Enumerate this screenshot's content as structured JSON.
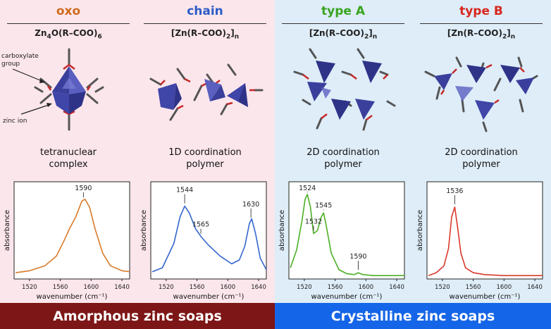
{
  "columns": [
    {
      "title": "oxo",
      "title_color": "#d06a1a",
      "formula_html": "Zn<sub>4</sub>O(R–COO)<sub>6</sub>",
      "description": "tetranuclear complex",
      "desc_line1": "tetranuclear",
      "desc_line2": "complex",
      "line_color": "#d97a2a"
    },
    {
      "title": "chain",
      "title_color": "#2d5bc7",
      "formula_html": "[Zn(R–COO)<sub>2</sub>]<sub>n</sub>",
      "description": "1D coordination polymer",
      "desc_line1": "1D coordination",
      "desc_line2": "polymer",
      "line_color": "#3366cc"
    },
    {
      "title": "type A",
      "title_color": "#3aa41f",
      "formula_html": "[Zn(R–COO)<sub>2</sub>]<sub>n</sub>",
      "description": "2D coordination polymer",
      "desc_line1": "2D coordination",
      "desc_line2": "polymer",
      "line_color": "#4caf25"
    },
    {
      "title": "type B",
      "title_color": "#d7261e",
      "formula_html": "[Zn(R–COO)<sub>2</sub>]<sub>n</sub>",
      "description": "2D coordination polymer",
      "desc_line1": "2D coordination",
      "desc_line2": "polymer",
      "line_color": "#d9392b"
    }
  ],
  "annotations": {
    "carboxylate": "carboxylate group",
    "carboxylate_l1": "carboxylate",
    "carboxylate_l2": "group",
    "zinc": "zinc ion"
  },
  "banners": {
    "left": "Amorphous zinc soaps",
    "right": "Crystalline zinc soaps"
  },
  "chart_data": [
    {
      "type": "line",
      "title": "",
      "xlabel": "wavenumber (cm⁻¹)",
      "ylabel": "absorbance",
      "xlim": [
        1500,
        1650
      ],
      "xticks": [
        1520,
        1560,
        1600,
        1640
      ],
      "series": [
        {
          "x": [
            1502,
            1520,
            1540,
            1555,
            1565,
            1572,
            1580,
            1588,
            1592,
            1598,
            1605,
            1615,
            1625,
            1640,
            1650
          ],
          "y": [
            0.05,
            0.07,
            0.12,
            0.22,
            0.38,
            0.5,
            0.62,
            0.78,
            0.8,
            0.72,
            0.5,
            0.25,
            0.12,
            0.07,
            0.06
          ]
        }
      ],
      "peak_labels": [
        "1590"
      ],
      "peak_x": [
        1590
      ]
    },
    {
      "type": "line",
      "title": "",
      "xlabel": "wavenumber (cm⁻¹)",
      "ylabel": "absorbance",
      "xlim": [
        1500,
        1650
      ],
      "xticks": [
        1520,
        1560,
        1600,
        1640
      ],
      "series": [
        {
          "x": [
            1502,
            1515,
            1530,
            1538,
            1544,
            1550,
            1558,
            1565,
            1575,
            1590,
            1605,
            1615,
            1622,
            1628,
            1631,
            1636,
            1642,
            1650
          ],
          "y": [
            0.06,
            0.1,
            0.35,
            0.62,
            0.73,
            0.66,
            0.5,
            0.42,
            0.33,
            0.22,
            0.14,
            0.18,
            0.32,
            0.55,
            0.6,
            0.45,
            0.2,
            0.08
          ]
        }
      ],
      "peak_labels": [
        "1544",
        "1565",
        "1630"
      ],
      "peak_x": [
        1544,
        1565,
        1630
      ]
    },
    {
      "type": "line",
      "title": "",
      "xlabel": "wavenumber (cm⁻¹)",
      "ylabel": "absorbance",
      "xlim": [
        1500,
        1650
      ],
      "xticks": [
        1520,
        1560,
        1600,
        1640
      ],
      "series": [
        {
          "x": [
            1502,
            1510,
            1517,
            1521,
            1524,
            1528,
            1532,
            1537,
            1542,
            1545,
            1548,
            1555,
            1565,
            1575,
            1585,
            1590,
            1596,
            1610,
            1630,
            1650
          ],
          "y": [
            0.1,
            0.28,
            0.58,
            0.8,
            0.85,
            0.72,
            0.45,
            0.48,
            0.62,
            0.66,
            0.55,
            0.25,
            0.08,
            0.04,
            0.03,
            0.05,
            0.03,
            0.02,
            0.02,
            0.02
          ]
        }
      ],
      "peak_labels": [
        "1524",
        "1532",
        "1545",
        "1590"
      ],
      "peak_x": [
        1524,
        1532,
        1545,
        1590
      ]
    },
    {
      "type": "line",
      "title": "",
      "xlabel": "wavenumber (cm⁻¹)",
      "ylabel": "absorbance",
      "xlim": [
        1500,
        1650
      ],
      "xticks": [
        1520,
        1560,
        1600,
        1640
      ],
      "series": [
        {
          "x": [
            1502,
            1512,
            1522,
            1528,
            1532,
            1536,
            1540,
            1544,
            1550,
            1560,
            1575,
            1600,
            1625,
            1650
          ],
          "y": [
            0.02,
            0.05,
            0.12,
            0.3,
            0.62,
            0.72,
            0.5,
            0.25,
            0.1,
            0.05,
            0.03,
            0.02,
            0.02,
            0.02
          ]
        }
      ],
      "peak_labels": [
        "1536"
      ],
      "peak_x": [
        1536
      ]
    }
  ]
}
